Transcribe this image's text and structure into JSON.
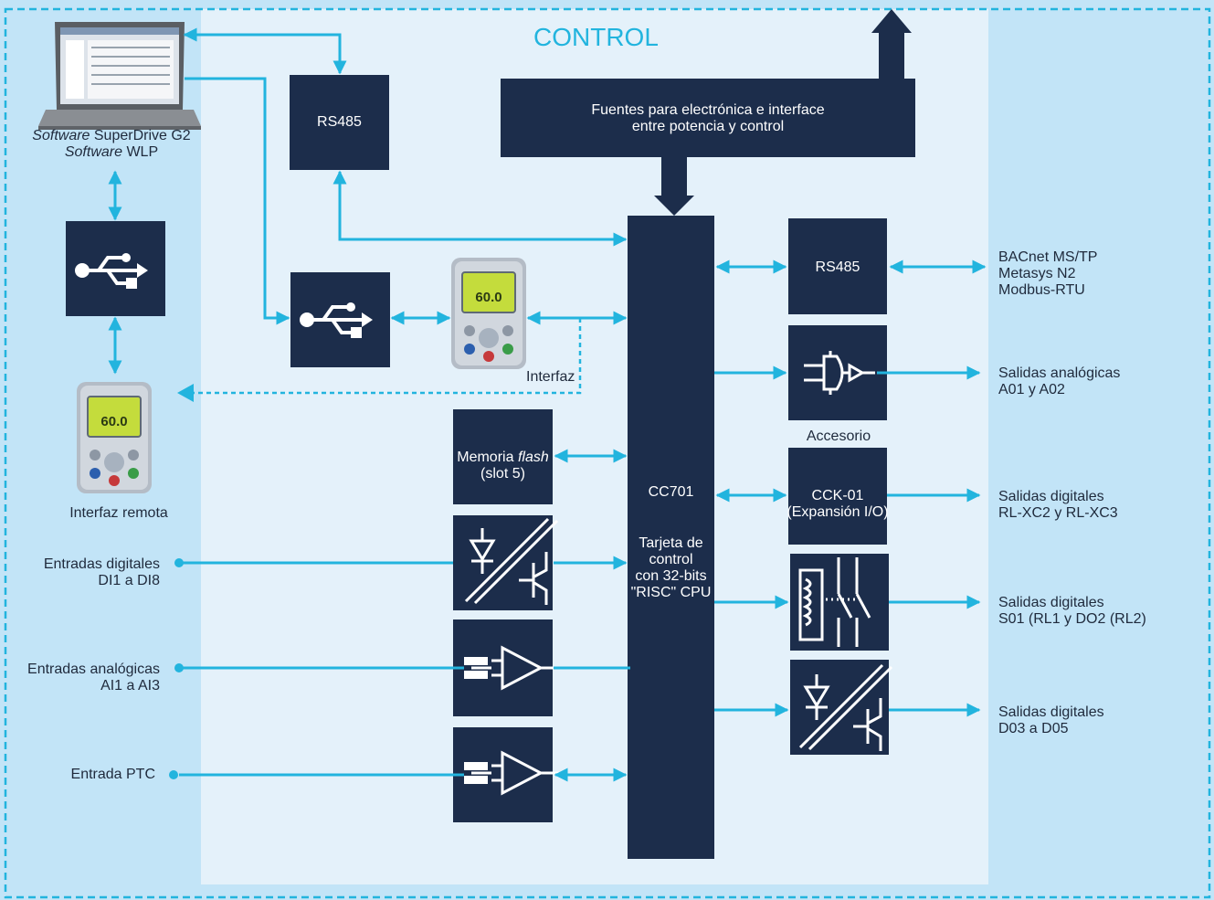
{
  "title": "CONTROL",
  "colors": {
    "bg_outer": "#c2e4f7",
    "bg_inner": "#e4f1fa",
    "box": "#1c2d4b",
    "line": "#22b4de",
    "dashed_border": "#22b4de"
  },
  "left": {
    "software1_em": "Software",
    "software1_rest": " SuperDrive G2",
    "software2_em": "Software",
    "software2_rest": " WLP",
    "remote_hmi": "Interfaz remota",
    "digital_inputs": [
      "Entradas digitales",
      "DI1 a DI8"
    ],
    "analog_inputs": [
      "Entradas analógicas",
      "AI1 a AI3"
    ],
    "ptc_input": "Entrada PTC"
  },
  "boxes": {
    "rs485_top": "RS485",
    "power_supply": [
      "Fuentes para electrónica e interface",
      "entre potencia y control"
    ],
    "memory_pre": "Memoria ",
    "memory_em": "flash",
    "memory_line2": "(slot 5)",
    "cpu_id": "CC701",
    "cpu_desc": [
      "Tarjeta de",
      "control",
      "con 32-bits",
      "\"RISC\" CPU"
    ],
    "rs485_right": "RS485",
    "cck": [
      "CCK-01",
      "(Expansión I/O)"
    ]
  },
  "labels": {
    "interface": "Interfaz",
    "accessory": "Accesorio"
  },
  "right": {
    "protocols": [
      "BACnet MS/TP",
      "Metasys N2",
      "Modbus-RTU"
    ],
    "analog_out": [
      "Salidas analógicas",
      "A01 y A02"
    ],
    "digital_out1": [
      "Salidas digitales",
      "RL-XC2 y RL-XC3"
    ],
    "digital_out2": [
      "Salidas digitales",
      "S01 (RL1 y DO2 (RL2)"
    ],
    "digital_out3": [
      "Salidas digitales",
      "D03 a D05"
    ]
  },
  "hmi_display": "60.0",
  "icons": [
    "laptop-icon",
    "usb-icon",
    "hmi-keypad-icon",
    "optocoupler-icon",
    "analog-input-icon",
    "dac-icon",
    "relay-icon"
  ]
}
